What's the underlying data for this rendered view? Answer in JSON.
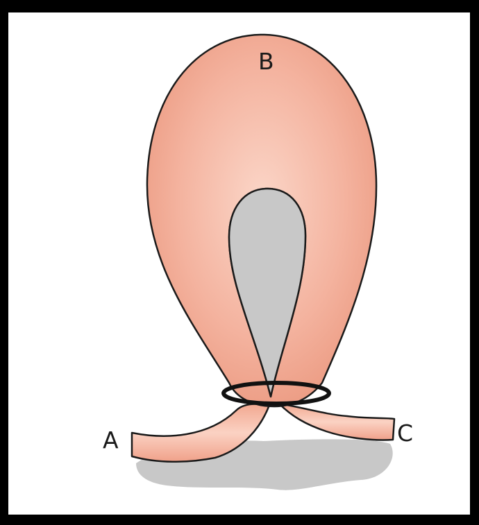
{
  "labels": {
    "a": "A",
    "b": "B",
    "c": "C"
  },
  "colors": {
    "frame": "#000000",
    "background": "#ffffff",
    "loop_fill_light": "#f9c9b8",
    "loop_fill_dark": "#ec9a82",
    "shadow": "#c8c8c8",
    "outline": "#1a1a1a",
    "band": "#111111"
  }
}
